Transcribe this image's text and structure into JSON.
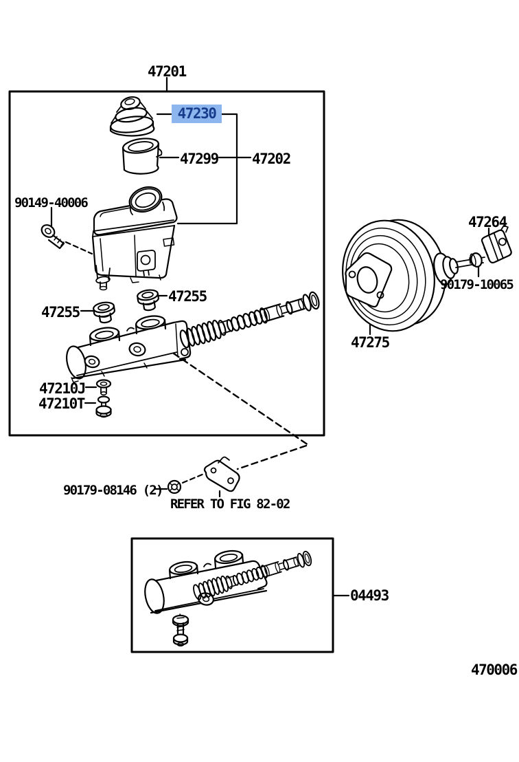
{
  "figure": {
    "code": "470006",
    "refer_note": "REFER TO FIG 82-02"
  },
  "highlight": {
    "part": "47230",
    "bg_color": "#8db6ef",
    "text_color": "#173c8c"
  },
  "callouts": {
    "assembly": "47201",
    "reservoir_cap": "47230",
    "reservoir_strainer": "47299",
    "reservoir_sub_assy": "47202",
    "reservoir_screw": "90149-40006",
    "grommet_upper": "47255",
    "grommet_lower": "47255",
    "gasket_bolt_j": "47210J",
    "bolt_t": "47210T",
    "clevis": "47264",
    "clevis_nut": "90179-10065",
    "booster_gasket": "47275",
    "bracket_nut": "90179-08146 (2)",
    "repair_kit": "04493"
  },
  "colors": {
    "line": "#000000",
    "background": "#ffffff"
  }
}
